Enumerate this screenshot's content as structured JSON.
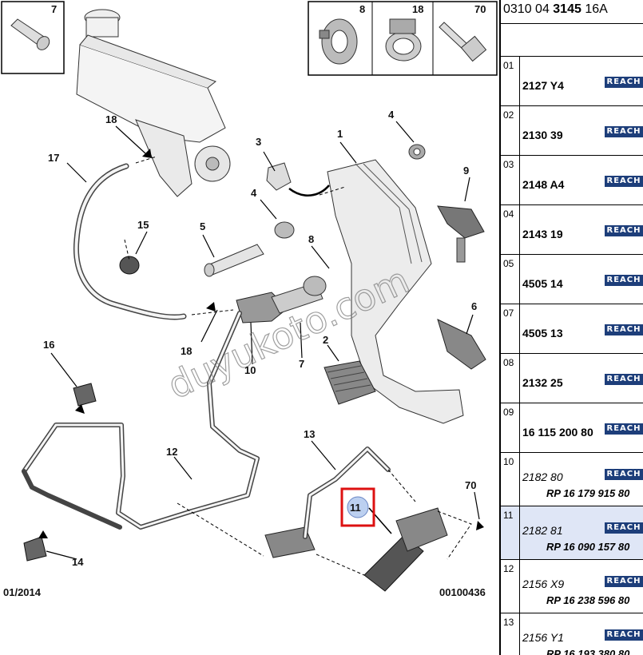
{
  "diagram": {
    "date": "01/2014",
    "diagram_id": "00100436",
    "watermark": "duyukoto.com",
    "callouts": [
      "1",
      "2",
      "3",
      "4",
      "4",
      "5",
      "6",
      "7",
      "8",
      "9",
      "10",
      "11",
      "12",
      "13",
      "14",
      "15",
      "16",
      "17",
      "18",
      "18",
      "70"
    ],
    "inset_labels": [
      "7",
      "8",
      "18",
      "70"
    ]
  },
  "panel": {
    "header_prefix": "0310 04 ",
    "header_bold": "3145",
    "header_suffix": " 16A",
    "reach_label": "REACH",
    "rows": [
      {
        "num": "01",
        "code": "2127 Y4",
        "ref": ""
      },
      {
        "num": "02",
        "code": "2130 39",
        "ref": ""
      },
      {
        "num": "03",
        "code": "2148 A4",
        "ref": ""
      },
      {
        "num": "04",
        "code": "2143 19",
        "ref": ""
      },
      {
        "num": "05",
        "code": "4505 14",
        "ref": ""
      },
      {
        "num": "07",
        "code": "4505 13",
        "ref": ""
      },
      {
        "num": "08",
        "code": "2132 25",
        "ref": ""
      },
      {
        "num": "09",
        "code": "16 115 200 80",
        "ref": ""
      },
      {
        "num": "10",
        "code": "2182 80",
        "ref": "RP 16 179 915 80"
      },
      {
        "num": "11",
        "code": "2182 81",
        "ref": "RP 16 090 157 80"
      },
      {
        "num": "12",
        "code": "2156 X9",
        "ref": "RP 16 238 596 80"
      },
      {
        "num": "13",
        "code": "2156 Y1",
        "ref": "RP 16 193 380 80"
      }
    ]
  }
}
